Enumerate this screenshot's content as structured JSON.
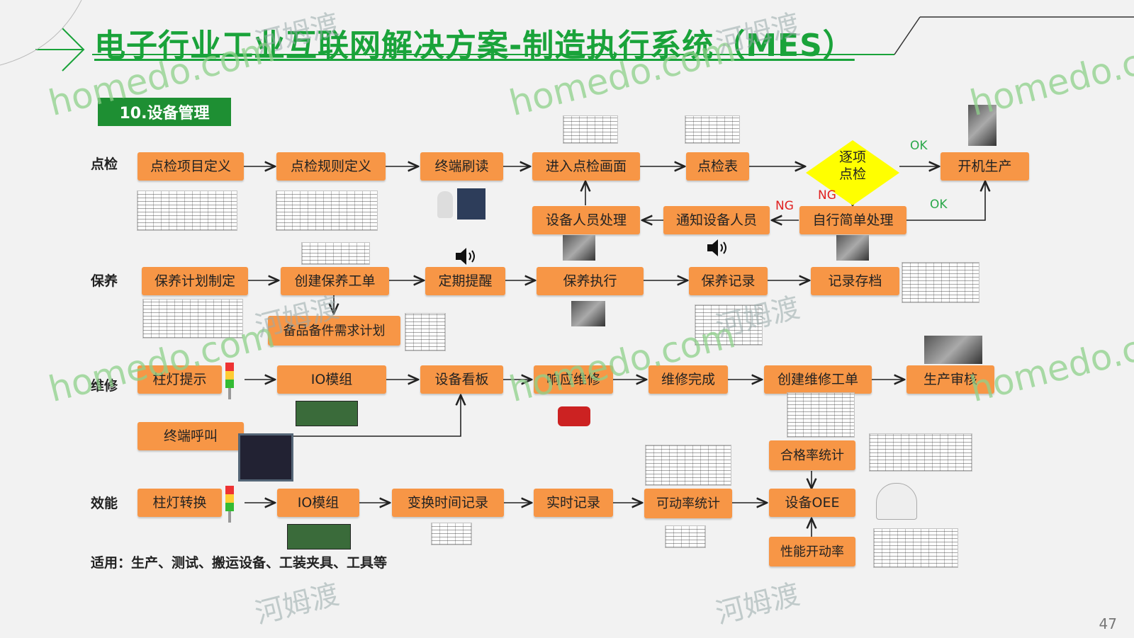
{
  "title": "电子行业工业互联网解决方案-制造执行系统（MES）",
  "section": "10.设备管理",
  "rows": {
    "dianjian": "点检",
    "baoyang": "保养",
    "weixiu": "维修",
    "xiaoneng": "效能"
  },
  "boxes": {
    "r1_1": "点检项目定义",
    "r1_2": "点检规则定义",
    "r1_3": "终端刷读",
    "r1_4": "进入点检画面",
    "r1_5": "点检表",
    "r1_decision": "逐项\n点检",
    "r1_6": "开机生产",
    "r1b_1": "设备人员处理",
    "r1b_2": "通知设备人员",
    "r1b_3": "自行简单处理",
    "r2_1": "保养计划制定",
    "r2_2": "创建保养工单",
    "r2_3": "定期提醒",
    "r2_4": "保养执行",
    "r2_5": "保养记录",
    "r2_6": "记录存档",
    "r2b_1": "备品备件需求计划",
    "r3_1": "柱灯提示",
    "r3_2": "IO模组",
    "r3_3": "设备看板",
    "r3_4": "响应维修",
    "r3_5": "维修完成",
    "r3_6": "创建维修工单",
    "r3_7": "生产审核",
    "r3b_1": "终端呼叫",
    "r4_1": "柱灯转换",
    "r4_2": "IO模组",
    "r4_3": "变换时间记录",
    "r4_4": "实时记录",
    "r4_5": "可动率统计",
    "r4_6": "设备OEE",
    "r4a_1": "合格率统计",
    "r4b_1": "性能开动率"
  },
  "tags": {
    "ok": "OK",
    "ng": "NG"
  },
  "note": "适用：生产、测试、搬运设备、工装夹具、工具等",
  "page_number": "47",
  "watermark": {
    "latin": "homedo.com",
    "cn": "河姆渡"
  },
  "colors": {
    "box": "#f79646",
    "title": "#1aa33a",
    "section_bg": "#1e8f33",
    "decision": "#ffff00"
  }
}
